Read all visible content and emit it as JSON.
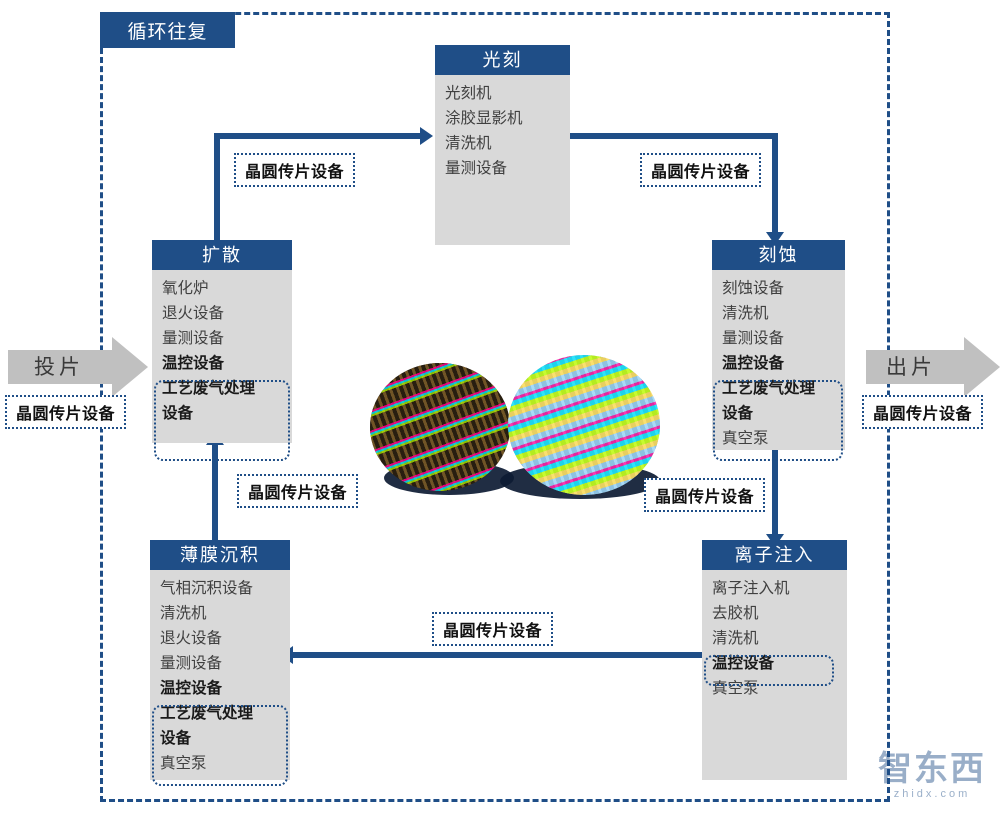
{
  "diagram": {
    "loop_label": "循环往复",
    "accent_color": "#1f4e87",
    "box_fill_color": "#d9d9d9",
    "big_arrow_color": "#c0c0c0"
  },
  "input_arrow": {
    "label": "投片",
    "tag": "晶圆传片设备"
  },
  "output_arrow": {
    "label": "出片",
    "tag": "晶圆传片设备"
  },
  "stages": [
    {
      "id": "photolithography",
      "title": "光刻",
      "items": [
        {
          "text": "光刻机",
          "highlight": false
        },
        {
          "text": "涂胶显影机",
          "highlight": false
        },
        {
          "text": "清洗机",
          "highlight": false
        },
        {
          "text": "量测设备",
          "highlight": false
        }
      ]
    },
    {
      "id": "diffusion",
      "title": "扩散",
      "items": [
        {
          "text": "氧化炉",
          "highlight": false
        },
        {
          "text": "退火设备",
          "highlight": false
        },
        {
          "text": "量测设备",
          "highlight": false
        },
        {
          "text": "温控设备",
          "highlight": true
        },
        {
          "text": "工艺废气处理",
          "highlight": true
        },
        {
          "text": "设备",
          "highlight": true
        }
      ]
    },
    {
      "id": "etching",
      "title": "刻蚀",
      "items": [
        {
          "text": "刻蚀设备",
          "highlight": false
        },
        {
          "text": "清洗机",
          "highlight": false
        },
        {
          "text": "量测设备",
          "highlight": false
        },
        {
          "text": "温控设备",
          "highlight": true
        },
        {
          "text": "工艺废气处理",
          "highlight": true
        },
        {
          "text": "设备",
          "highlight": true
        },
        {
          "text": "真空泵",
          "highlight": false
        }
      ]
    },
    {
      "id": "thin-film-deposition",
      "title": "薄膜沉积",
      "items": [
        {
          "text": "气相沉积设备",
          "highlight": false
        },
        {
          "text": "清洗机",
          "highlight": false
        },
        {
          "text": "退火设备",
          "highlight": false
        },
        {
          "text": "量测设备",
          "highlight": false
        },
        {
          "text": "温控设备",
          "highlight": true
        },
        {
          "text": "工艺废气处理",
          "highlight": true
        },
        {
          "text": "设备",
          "highlight": true
        },
        {
          "text": "真空泵",
          "highlight": false
        }
      ]
    },
    {
      "id": "ion-implantation",
      "title": "离子注入",
      "items": [
        {
          "text": "离子注入机",
          "highlight": false
        },
        {
          "text": "去胶机",
          "highlight": false
        },
        {
          "text": "清洗机",
          "highlight": false
        },
        {
          "text": "温控设备",
          "highlight": true
        },
        {
          "text": "真空泵",
          "highlight": false
        }
      ]
    }
  ],
  "transfer_tags": [
    {
      "id": "diffusion-to-litho",
      "text": "晶圆传片设备"
    },
    {
      "id": "litho-to-etch",
      "text": "晶圆传片设备"
    },
    {
      "id": "deposition-to-diffusion",
      "text": "晶圆传片设备"
    },
    {
      "id": "etch-to-implant",
      "text": "晶圆传片设备"
    },
    {
      "id": "implant-to-deposition",
      "text": "晶圆传片设备"
    }
  ],
  "watermark": {
    "main": "智东西",
    "sub": "zhidx.com"
  }
}
